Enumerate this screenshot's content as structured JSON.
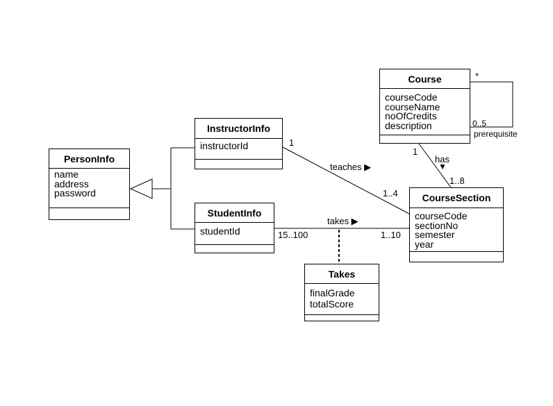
{
  "classes": {
    "person": {
      "name": "PersonInfo",
      "attributes": [
        "name",
        "address",
        "password"
      ]
    },
    "instructor": {
      "name": "InstructorInfo",
      "attributes": [
        "instructorId"
      ]
    },
    "student": {
      "name": "StudentInfo",
      "attributes": [
        "studentId"
      ]
    },
    "course": {
      "name": "Course",
      "attributes": [
        "courseCode",
        "courseName",
        "noOfCredits",
        "description"
      ]
    },
    "section": {
      "name": "CourseSection",
      "attributes": [
        "courseCode",
        "sectionNo",
        "semester",
        "year"
      ]
    },
    "takes": {
      "name": "Takes",
      "attributes": [
        "finalGrade",
        "totalScore"
      ]
    }
  },
  "associations": {
    "teaches": {
      "label": "teaches ▶",
      "mult_instructor": "1",
      "mult_section": "1..4"
    },
    "takes": {
      "label": "takes ▶",
      "mult_student": "15..100",
      "mult_section": "1..10"
    },
    "has": {
      "label": "has",
      "arrow": "▼",
      "mult_course": "1",
      "mult_section": "1..8"
    },
    "prerequisite": {
      "label": "prerequisite",
      "mult_top": "*",
      "mult_bottom": "0..5"
    }
  }
}
